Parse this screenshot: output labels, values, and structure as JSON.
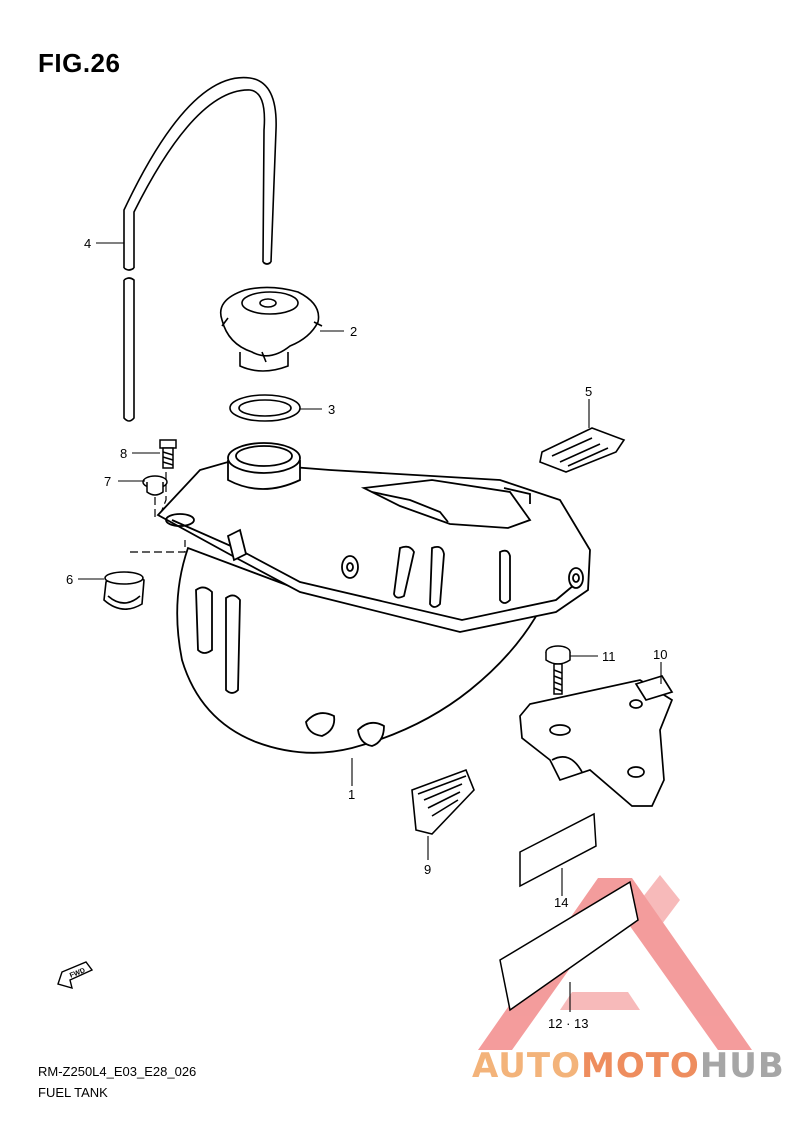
{
  "figure": {
    "title": "FIG.26"
  },
  "footer": {
    "model_code": "RM-Z250L4_E03_E28_026",
    "section_name": "FUEL TANK"
  },
  "fwd_badge": {
    "text": "FWD"
  },
  "watermark": {
    "part1": "AUTO",
    "part2": "MOTO",
    "part3": "HUB",
    "colors": {
      "auto": "#f3b37a",
      "moto": "#ee8d5e",
      "hub": "#a6a6a6",
      "triangle": "#f28b8b"
    }
  },
  "callouts": [
    {
      "id": "1",
      "label": "1"
    },
    {
      "id": "2",
      "label": "2"
    },
    {
      "id": "3",
      "label": "3"
    },
    {
      "id": "4",
      "label": "4"
    },
    {
      "id": "5",
      "label": "5"
    },
    {
      "id": "6",
      "label": "6"
    },
    {
      "id": "7",
      "label": "7"
    },
    {
      "id": "8",
      "label": "8"
    },
    {
      "id": "9",
      "label": "9"
    },
    {
      "id": "10",
      "label": "10"
    },
    {
      "id": "11",
      "label": "11"
    },
    {
      "id": "12-13",
      "label": "12 · 13"
    },
    {
      "id": "14",
      "label": "14"
    }
  ]
}
